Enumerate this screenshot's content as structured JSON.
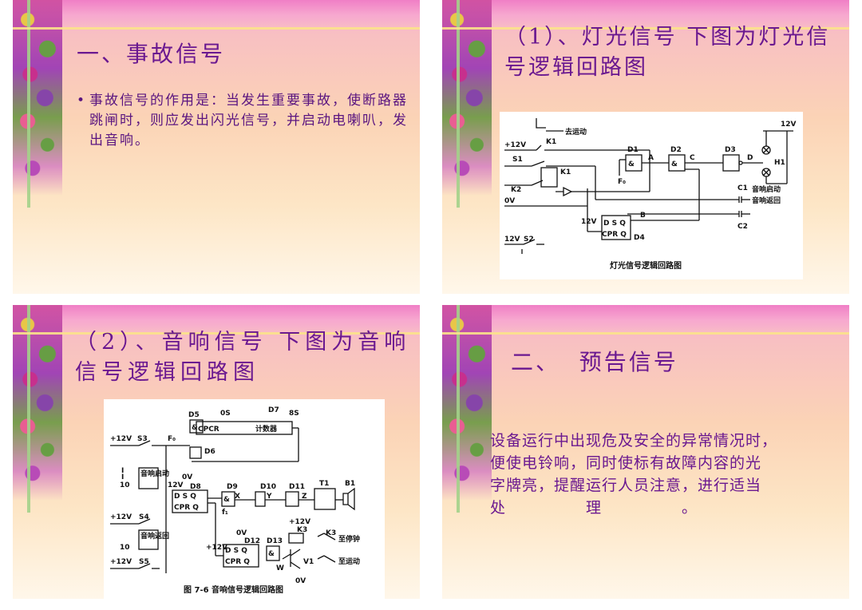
{
  "slide1": {
    "title": "一、事故信号",
    "bullet": "事故信号的作用是：当发生重要事故，使断路器跳闸时，则应发出闪光信号，并启动电喇叭，发出音响。"
  },
  "slide2": {
    "title": "（1）、灯光信号 下图为灯光信号逻辑回路图",
    "diagram": {
      "caption": "灯光信号逻辑回路图",
      "labels": {
        "v12_top": "12V",
        "v12_left": "+12V",
        "v12_mid": "12V",
        "v12_bottom": "12V",
        "go_run": "去运动",
        "k1a": "K1",
        "k1b": "K1",
        "s1": "S1",
        "k2": "K2",
        "ov": "0V",
        "s2": "S2",
        "d1": "D1",
        "d2": "D2",
        "d3": "D3",
        "d4": "D4",
        "a": "A",
        "c": "C",
        "d": "D",
        "b": "B",
        "f0": "F₀",
        "h1": "H1",
        "c1": "C1",
        "c2": "C2",
        "sound_start": "音响启动",
        "sound_return": "音响返回",
        "dsq": "D S Q",
        "cpr": "CPR Q"
      }
    }
  },
  "slide3": {
    "title": "（2）、音响信号 下图为音响信号逻辑回路图",
    "diagram": {
      "caption": "图 7-6  音响信号逻辑回路图",
      "labels": {
        "os": "0S",
        "d7": "D7",
        "s8": "8S",
        "d5": "D5",
        "d6": "D6",
        "cpcr": "CPCR",
        "counter": "计数器",
        "v12a": "+12V",
        "s3": "S3",
        "f0": "F₀",
        "i1": "I",
        "i2": "I",
        "ten1": "10",
        "sound_start": "音响启动",
        "v12b": "12V",
        "ov1": "0V",
        "d8": "D8",
        "dsq1": "D  S Q",
        "cprq1": "CPR Q",
        "d9": "D9",
        "x": "X",
        "d10": "D10",
        "y": "Y",
        "d11": "D11",
        "z": "Z",
        "t1": "T1",
        "b1": "B1",
        "f1": "f₁",
        "v12c": "+12V",
        "s4": "S4",
        "ten2": "10",
        "sound_return": "音响返回",
        "v12d": "+12V",
        "ov2": "0V",
        "d12": "D12",
        "d13": "D13",
        "k3": "K3",
        "v12e": "+12V",
        "dsq2": "D  S Q",
        "cprq2": "CPR Q",
        "w": "W",
        "v1": "V1",
        "ov3": "0V",
        "k3b": "K3",
        "stop_bell": "至停钟",
        "to_run": "至运动",
        "v12f": "+12V",
        "s5": "S5"
      }
    }
  },
  "slide4": {
    "title": "二、  预告信号",
    "line1": "设备运行中出现危及安全的异常情况时，",
    "line2": "便使电铃响，同时使标有故障内容的光",
    "line3": "字牌亮，提醒运行人员注意，进行适当",
    "line4": "处　　　　　理　　　　　。"
  }
}
